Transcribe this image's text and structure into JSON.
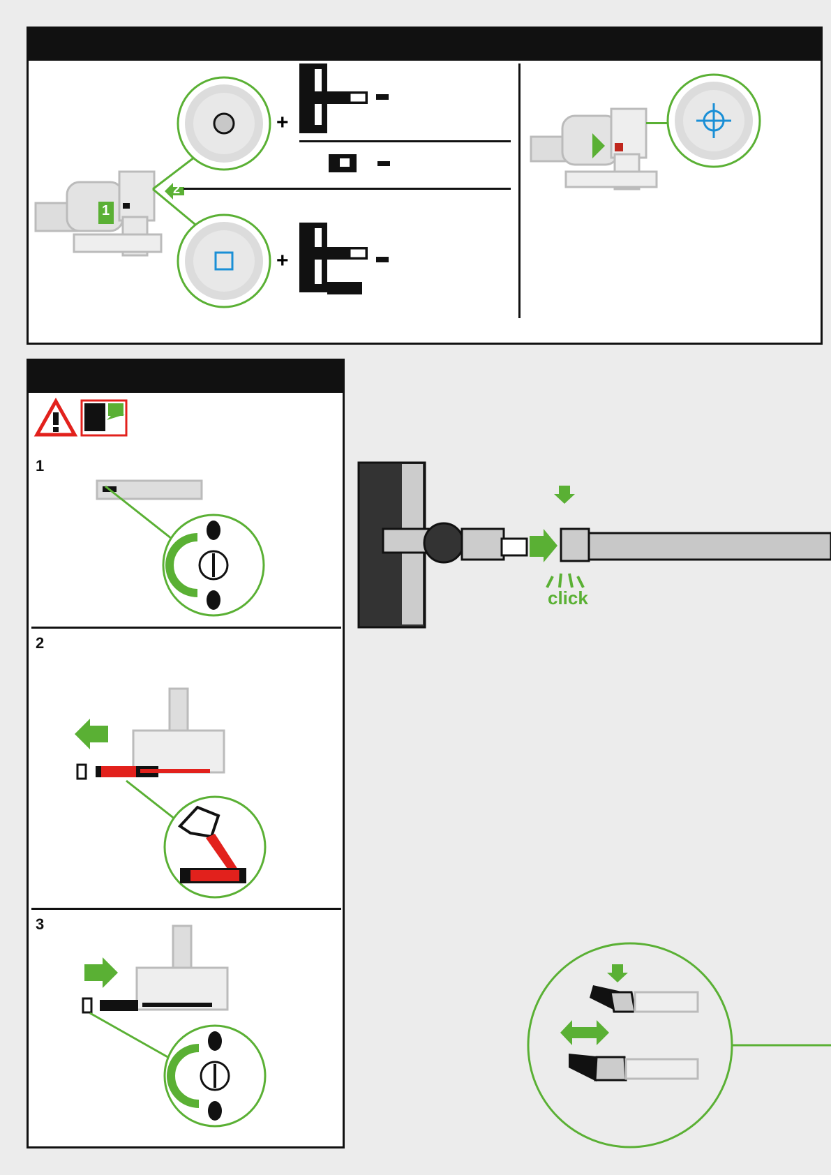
{
  "colors": {
    "accent_green": "#5ab034",
    "warning_red": "#e2211c",
    "tool_blue": "#1a8fd6",
    "header_black": "#111111",
    "background": "#ececec"
  },
  "top_panel": {
    "callout_numbers": [
      "1",
      "2"
    ]
  },
  "left_panel": {
    "warning_icons": [
      "warning-triangle-icon",
      "unplug-power-icon"
    ],
    "steps": [
      {
        "number": "1"
      },
      {
        "number": "2"
      },
      {
        "number": "3"
      }
    ]
  },
  "main": {
    "click_label": "click"
  }
}
